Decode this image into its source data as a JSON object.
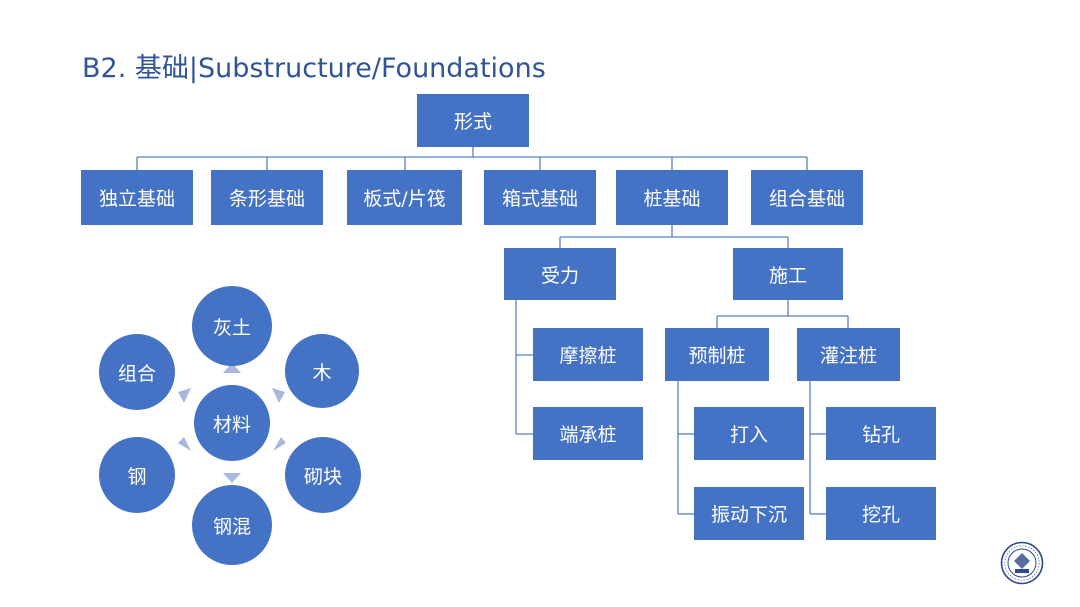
{
  "title": "B2. 基础|Substructure/Foundations",
  "colors": {
    "box": "#4472c4",
    "line": "#5b7fbf",
    "arrow": "#a9b8dc",
    "title": "#2f5597"
  },
  "tree": {
    "root": "形式",
    "types": [
      "独立基础",
      "条形基础",
      "板式/片筏",
      "箱式基础",
      "桩基础",
      "组合基础"
    ],
    "pile": {
      "force": {
        "label": "受力",
        "children": [
          "摩擦桩",
          "端承桩"
        ]
      },
      "construction": {
        "label": "施工",
        "precast": {
          "label": "预制桩",
          "children": [
            "打入",
            "振动下沉"
          ]
        },
        "cast": {
          "label": "灌注桩",
          "children": [
            "钻孔",
            "挖孔"
          ]
        }
      }
    }
  },
  "materials": {
    "center": "材料",
    "items": [
      "灰土",
      "木",
      "砌块",
      "钢混",
      "钢",
      "组合"
    ]
  },
  "logo_icon": "university-seal-icon"
}
